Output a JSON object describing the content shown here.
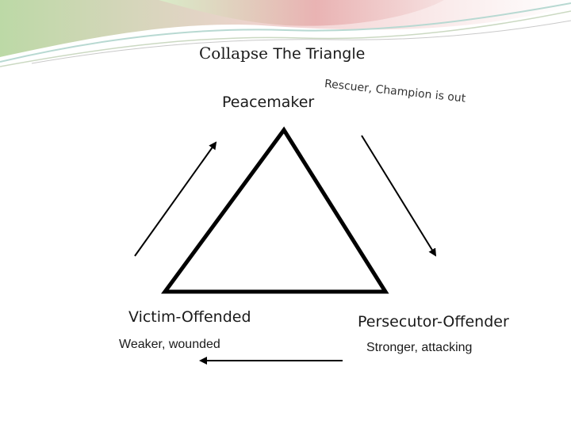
{
  "title": {
    "part1": "Collapse",
    "part2": "The Triangle"
  },
  "labels": {
    "peacemaker": "Peacemaker",
    "rescuer": "Rescuer, Champion is out",
    "victim": "Victim-Offended",
    "victim_desc": "Weaker, wounded",
    "persecutor": "Persecutor-Offender",
    "persecutor_desc": "Stronger, attacking"
  },
  "colors": {
    "lines": "#000000",
    "banner_green": "#cfe3b8",
    "banner_pink": "#e7a8a8",
    "banner_teal": "#b8d9d2"
  }
}
